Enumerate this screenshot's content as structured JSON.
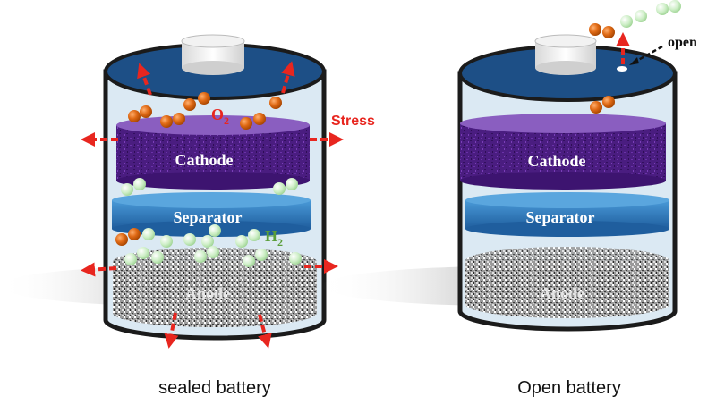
{
  "sealed": {
    "cathode_label": "Cathode",
    "separator_label": "Separator",
    "anode_label": "Anode",
    "stress_label": "Stress",
    "o2_label": "O",
    "o2_sub": "2",
    "h2_label": "H",
    "h2_sub": "2",
    "caption": "sealed battery"
  },
  "open": {
    "cathode_label": "Cathode",
    "separator_label": "Separator",
    "anode_label": "Anode",
    "open_label": "open",
    "caption": "Open battery"
  },
  "colors": {
    "lid": "#1d4f86",
    "cathode": "#4a1d80",
    "separator": "#2a78c0",
    "anode": "#9a9a9a",
    "o2_bubble": "#e06a15",
    "h2_bubble": "#c9edc2",
    "arrow": "#e8261f"
  }
}
